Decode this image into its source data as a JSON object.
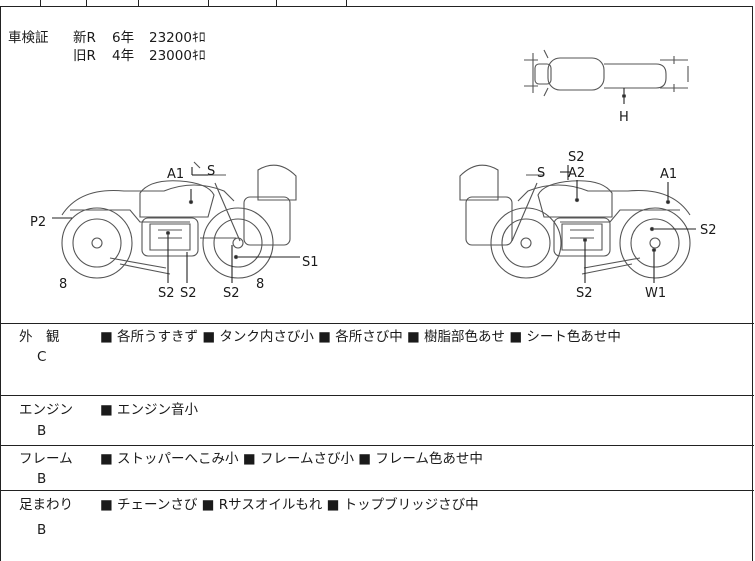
{
  "shaken": {
    "label": "車検証",
    "row1": {
      "code": "新R",
      "years": "6年",
      "distance": "23200ｷﾛ"
    },
    "row2": {
      "code": "旧R",
      "years": "4年",
      "distance": "23000ｷﾛ"
    }
  },
  "diagram": {
    "top_view_marks": [
      "H"
    ],
    "left_view_marks": [
      "A1",
      "S",
      "P2",
      "8",
      "S2",
      "S2",
      "S2",
      "8",
      "S1"
    ],
    "right_view_marks": [
      "S2",
      "S",
      "A2",
      "A1",
      "S2",
      "S2",
      "W1"
    ]
  },
  "sections": [
    {
      "name": "外　観",
      "grade": "C",
      "items": "■ 各所うすきず ■ タンク内さび小 ■ 各所さび中 ■ 樹脂部色あせ ■ シート色あせ中"
    },
    {
      "name": "エンジン",
      "grade": "B",
      "items": "■ エンジン音小"
    },
    {
      "name": "フレーム",
      "grade": "B",
      "items": "■ ストッパーへこみ小 ■ フレームさび小 ■ フレーム色あせ中"
    },
    {
      "name": "足まわり",
      "grade": "B",
      "items": "■ チェーンさび ■ Rサスオイルもれ ■ トップブリッジさび中"
    }
  ]
}
